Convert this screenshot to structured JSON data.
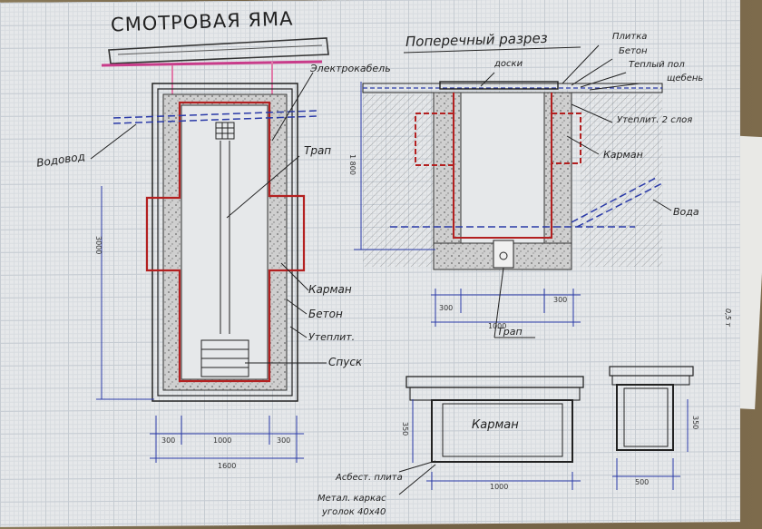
{
  "title": "СМОТРОВАЯ ЯМА",
  "section_title": "Поперечный разрез",
  "plan_labels": {
    "water_pipe": "Водовод",
    "cable": "Электрокабель",
    "ladder": "Трап",
    "pocket": "Карман",
    "concrete": "Бетон",
    "insulation": "Утеплит.",
    "descent": "Спуск"
  },
  "section_labels": {
    "boards": "доски",
    "tile": "Плитка",
    "concrete": "Бетон",
    "warm_floor": "Теплый пол",
    "gravel": "щебень",
    "insulation": "Утеплит. 2 слоя",
    "pocket": "Карман",
    "water": "Вода",
    "ladder": "Трап"
  },
  "pocket_labels": {
    "pocket": "Карман",
    "plate": "Асбест. плита",
    "frame1": "Метал. каркас",
    "frame2": "уголок 40х40"
  },
  "dimensions": {
    "plan_300_left": "300",
    "plan_1000": "1000",
    "plan_300_right": "300",
    "plan_1600": "1600",
    "plan_height": "3000",
    "section_height": "1 800",
    "section_300_left": "300",
    "section_1000": "1000",
    "section_300_right": "300",
    "pocket_1000": "1000",
    "pocket_h": "350",
    "small_500": "500",
    "small_h": "350"
  },
  "side_paper_text": "0,5 т"
}
